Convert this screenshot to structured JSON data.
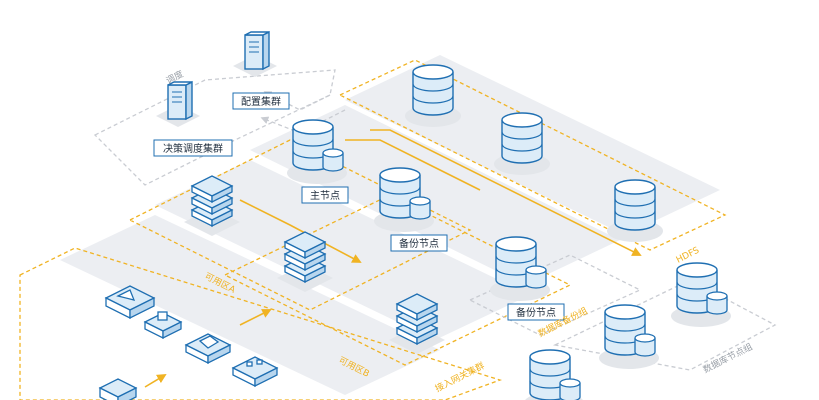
{
  "colors": {
    "accent": "#f0b323",
    "box_stroke": "#1f6fb2",
    "box_fill": "#dcecf8",
    "platform": "#e7eaef",
    "zone_gray": "#c9ccd2",
    "text_gray": "#9aa0a8"
  },
  "labels": {
    "schedule_group": "调度",
    "config_cluster": "配置集群",
    "decision_cluster": "决策调度集群",
    "primary_node": "主节点",
    "backup_node_1": "备份节点",
    "backup_node_2": "备份节点",
    "zone_a": "可用区A",
    "zone_b": "可用区B",
    "access_cluster": "接入网关集群",
    "db_backup_group": "数据库备份组",
    "db_node_group": "数据库节点组",
    "hdfs": "HDFS"
  }
}
